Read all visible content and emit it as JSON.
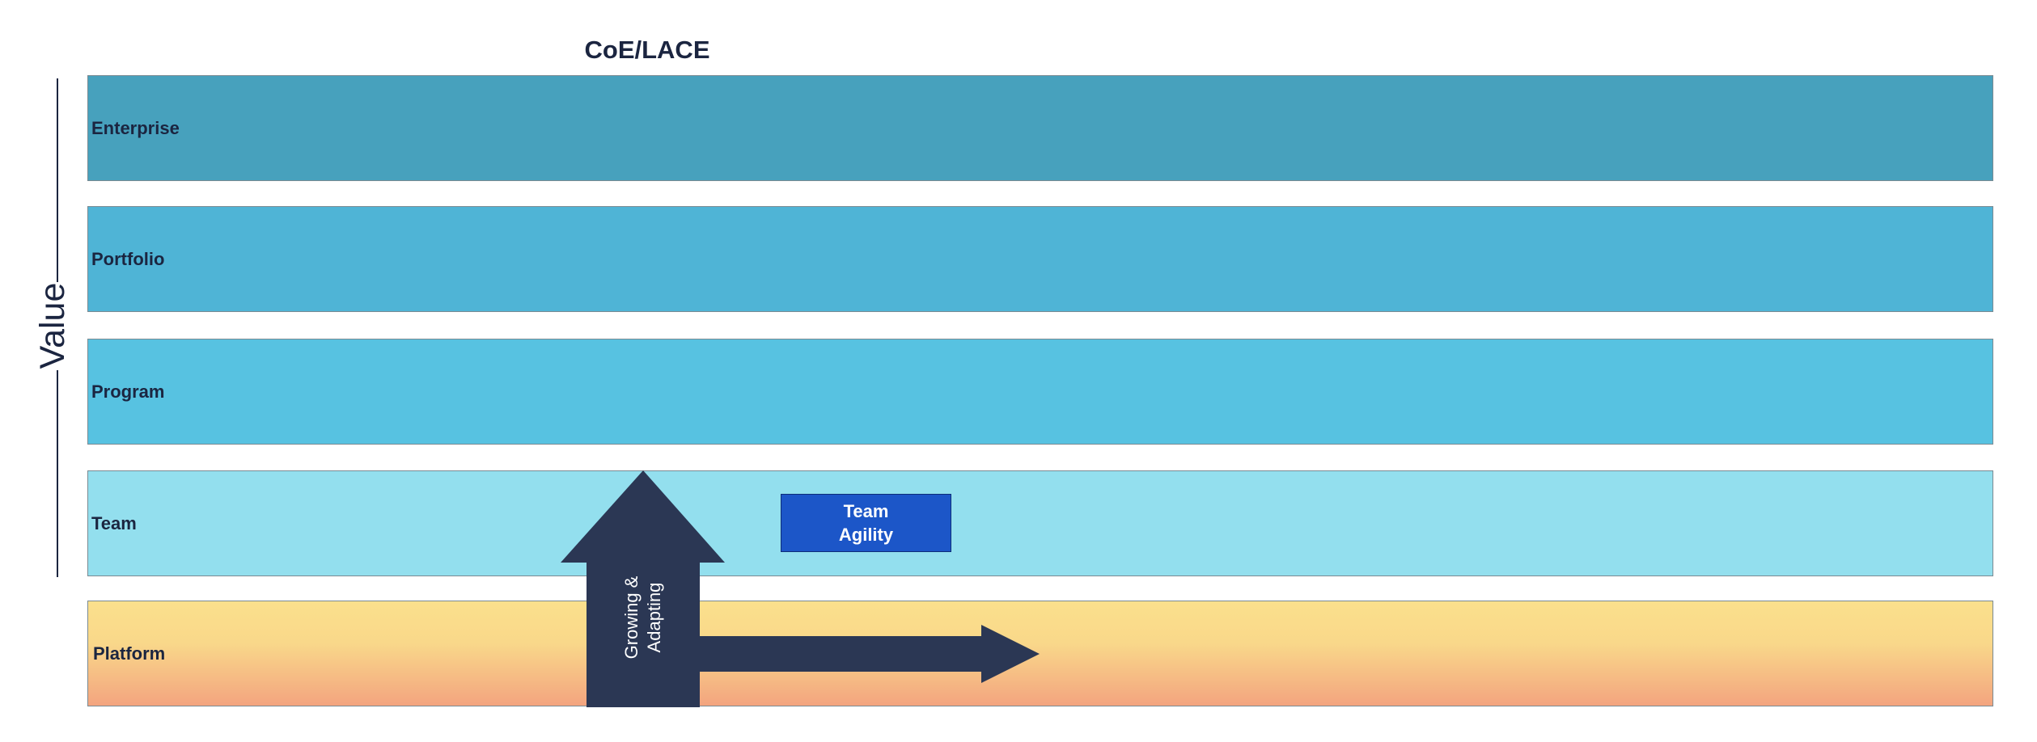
{
  "diagram": {
    "title": "CoE/LACE",
    "axis_label": "Value",
    "bands": [
      {
        "label": "Enterprise"
      },
      {
        "label": "Portfolio"
      },
      {
        "label": "Program"
      },
      {
        "label": "Team"
      },
      {
        "label": "Platform"
      }
    ],
    "team_agility_label": "Team Agility",
    "arrow_label": "Growing & Adapting",
    "colors": {
      "enterprise": "#47a1bd",
      "portfolio": "#4fb4d6",
      "program": "#57c2e1",
      "team": "#93dfee",
      "platform_top": "#fbe08c",
      "platform_bottom": "#f3a47f",
      "arrow": "#2b3754",
      "team_agility": "#1c56c8",
      "text": "#1b2540"
    }
  }
}
